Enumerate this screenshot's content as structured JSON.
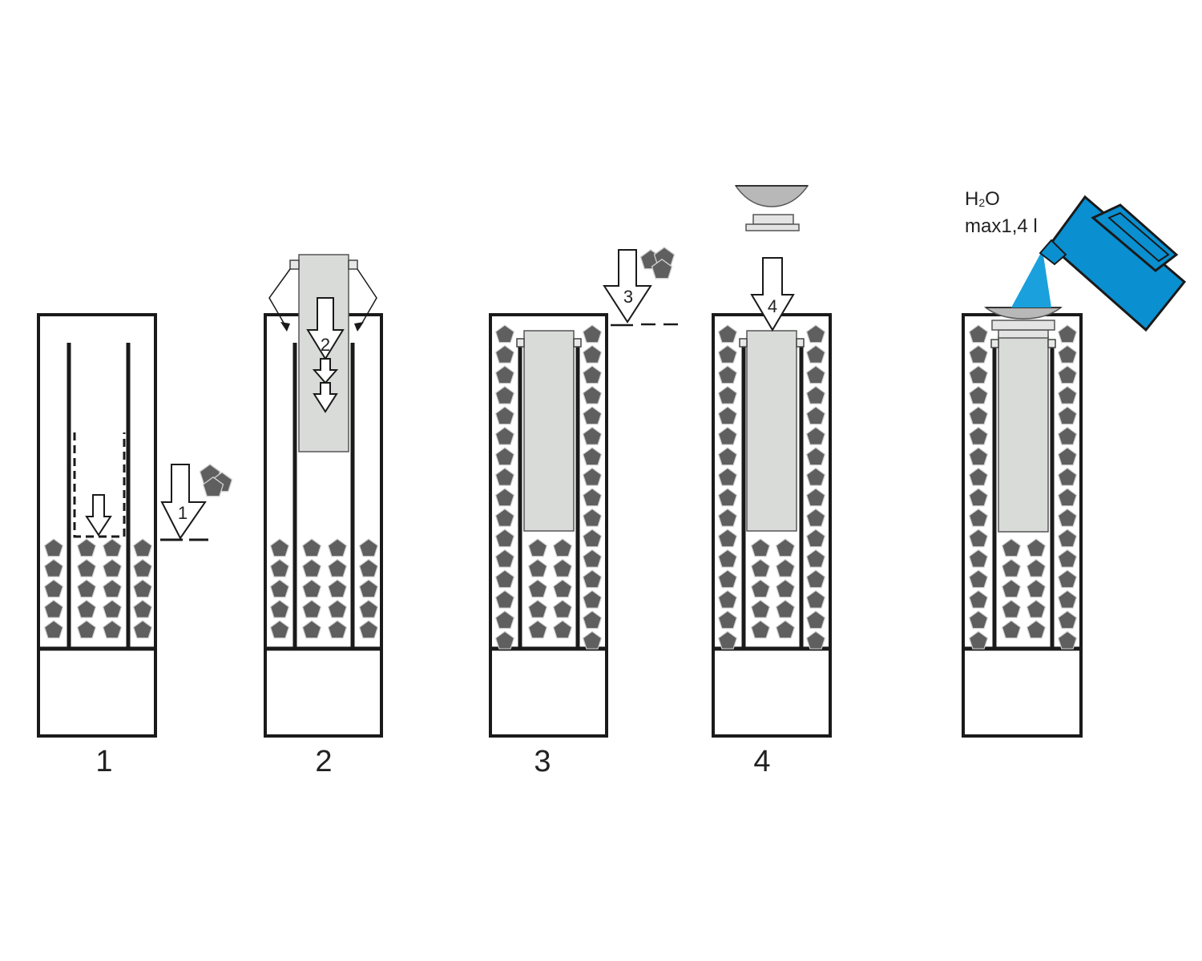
{
  "steps": [
    {
      "caption": "1",
      "arrow_label": "1"
    },
    {
      "caption": "2",
      "arrow_label": "2"
    },
    {
      "caption": "3",
      "arrow_label": "3"
    },
    {
      "caption": "4",
      "arrow_label": "4"
    },
    {
      "caption": ""
    }
  ],
  "water": {
    "formula_h": "H",
    "formula_sub": "2",
    "formula_o": "O",
    "amount": "max1,4 l"
  },
  "colors": {
    "outline": "#1a1a1a",
    "stone": "#5f5f5f",
    "stone_edge": "#d0d0d0",
    "cartridge": "#d9dbd9",
    "kettle": "#0a8fd0",
    "stream": "#1aa0dc"
  },
  "icons": [
    "stone-pile-icon",
    "down-arrow-icon",
    "kettle-icon",
    "lid-icon",
    "stopper-icon"
  ]
}
